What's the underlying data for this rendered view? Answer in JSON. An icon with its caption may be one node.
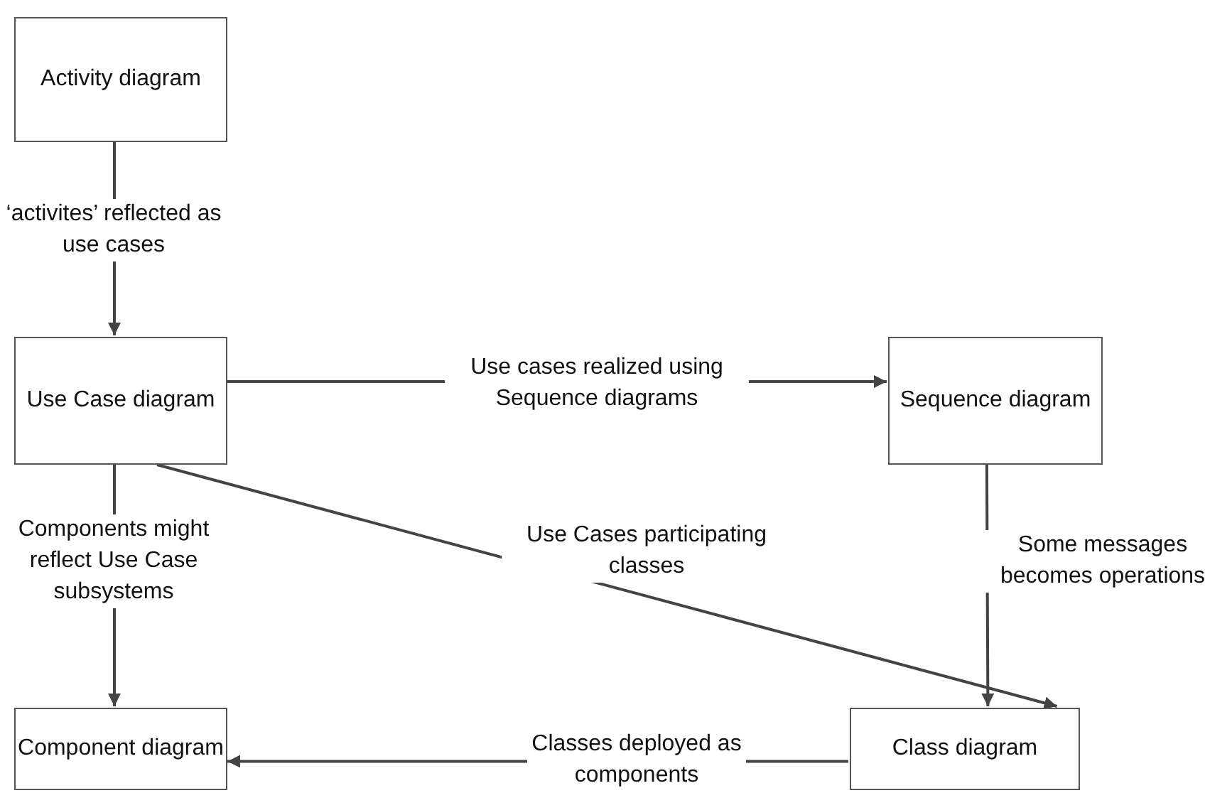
{
  "diagram": {
    "nodes": [
      {
        "text": [
          "Activity diagram"
        ]
      },
      {
        "text": [
          "Use Case diagram"
        ]
      },
      {
        "text": [
          "Sequence diagram"
        ]
      },
      {
        "text": [
          "Component diagram"
        ]
      },
      {
        "text": [
          "Class diagram"
        ]
      }
    ],
    "edges": [
      {
        "from": 0,
        "to": 1,
        "arrow": "to",
        "label": "‘activites’ reflected as use cases"
      },
      {
        "from": 1,
        "to": 2,
        "arrow": "to",
        "label": "Use cases realized using Sequence diagrams"
      },
      {
        "from": 1,
        "to": 3,
        "arrow": "to",
        "label": "Components might reflect Use Case subsystems"
      },
      {
        "from": 1,
        "to": 4,
        "arrow": "to",
        "label": "Use Cases participating classes"
      },
      {
        "from": 2,
        "to": 4,
        "arrow": "to",
        "label": "Some messages becomes operations"
      },
      {
        "from": 4,
        "to": 3,
        "arrow": "to",
        "label": "Classes deployed as components"
      }
    ]
  }
}
